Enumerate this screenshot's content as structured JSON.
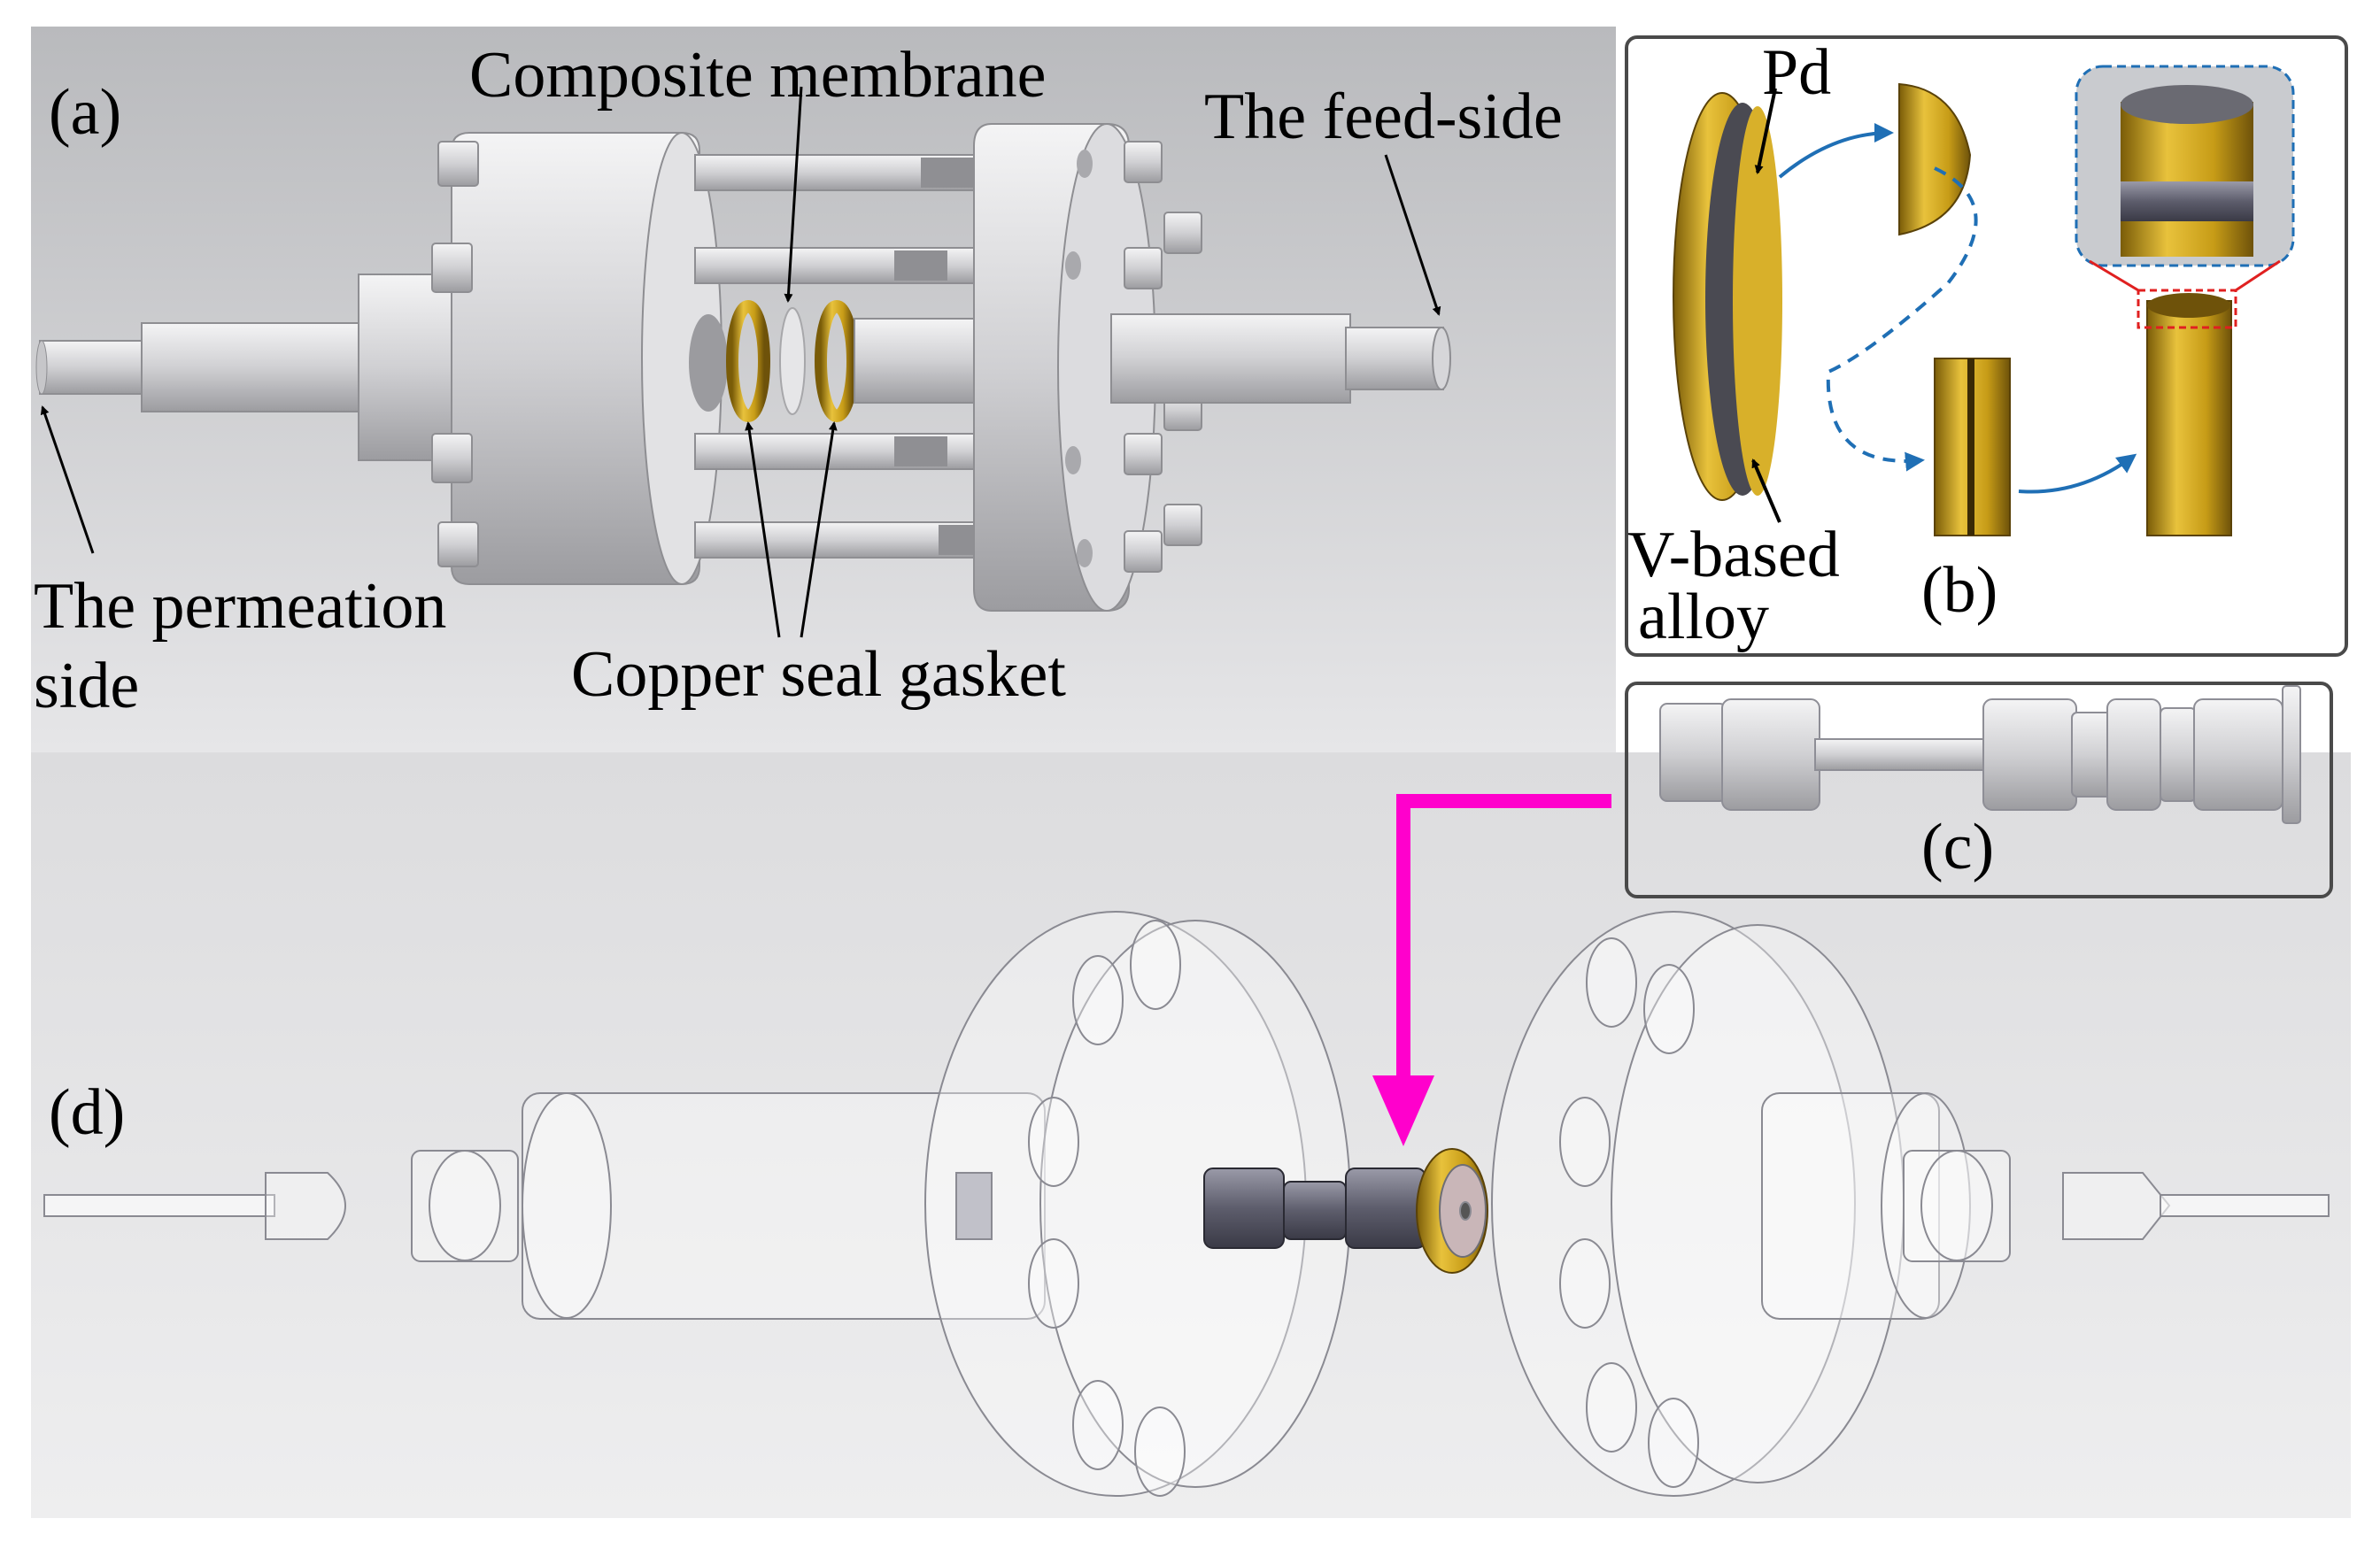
{
  "panel_a": {
    "tag": "(a)",
    "composite_membrane": "Composite membrane",
    "feed_side": "The feed-side",
    "permeation_side": [
      "The permeation",
      "side"
    ],
    "copper_seal_gasket": "Copper seal gasket"
  },
  "panel_b": {
    "tag": "(b)",
    "pd": "Pd",
    "v_alloy": [
      "V-based",
      "alloy"
    ]
  },
  "panel_c": {
    "tag": "(c)"
  },
  "panel_d": {
    "tag": "(d)"
  },
  "colors": {
    "background": "#ffffff",
    "steel": "#d9d9db",
    "gold": "#c9a21a",
    "magenta_arrow": "#ff00cc",
    "blue_dash": "#1f6fb5",
    "red_dash": "#e02020"
  }
}
